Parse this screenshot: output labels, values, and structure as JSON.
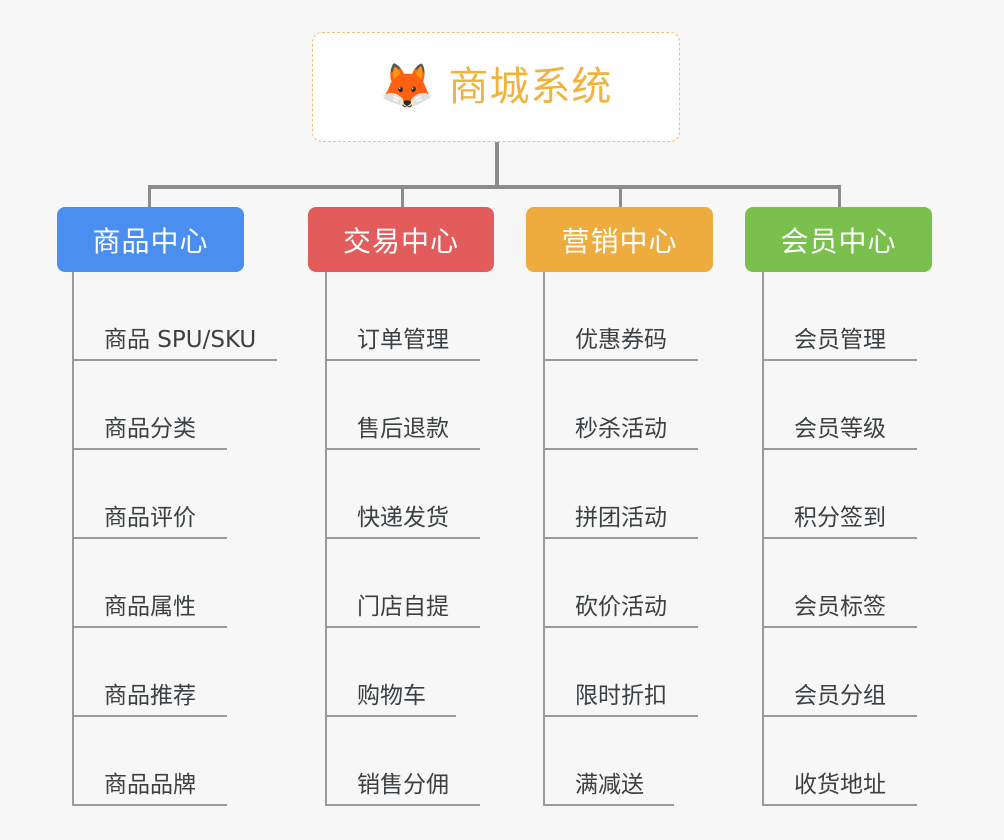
{
  "background_color": "#f7f7f7",
  "root": {
    "icon": "fox-face-emoji",
    "emoji": "🦊",
    "title": "商城系统",
    "text_color": "#efb33e",
    "border_color": "#eec07a"
  },
  "connector_color": "#8c8c8c",
  "columns": [
    {
      "id": "product-center",
      "title": "商品中心",
      "color": "#4a8ff0",
      "items": [
        "商品 SPU/SKU",
        "商品分类",
        "商品评价",
        "商品属性",
        "商品推荐",
        "商品品牌"
      ]
    },
    {
      "id": "trade-center",
      "title": "交易中心",
      "color": "#e35c5c",
      "items": [
        "订单管理",
        "售后退款",
        "快递发货",
        "门店自提",
        "购物车",
        "销售分佣"
      ]
    },
    {
      "id": "marketing-center",
      "title": "营销中心",
      "color": "#eeab3e",
      "items": [
        "优惠券码",
        "秒杀活动",
        "拼团活动",
        "砍价活动",
        "限时折扣",
        "满减送"
      ]
    },
    {
      "id": "member-center",
      "title": "会员中心",
      "color": "#79c14c",
      "items": [
        "会员管理",
        "会员等级",
        "积分签到",
        "会员标签",
        "会员分组",
        "收货地址"
      ]
    }
  ]
}
